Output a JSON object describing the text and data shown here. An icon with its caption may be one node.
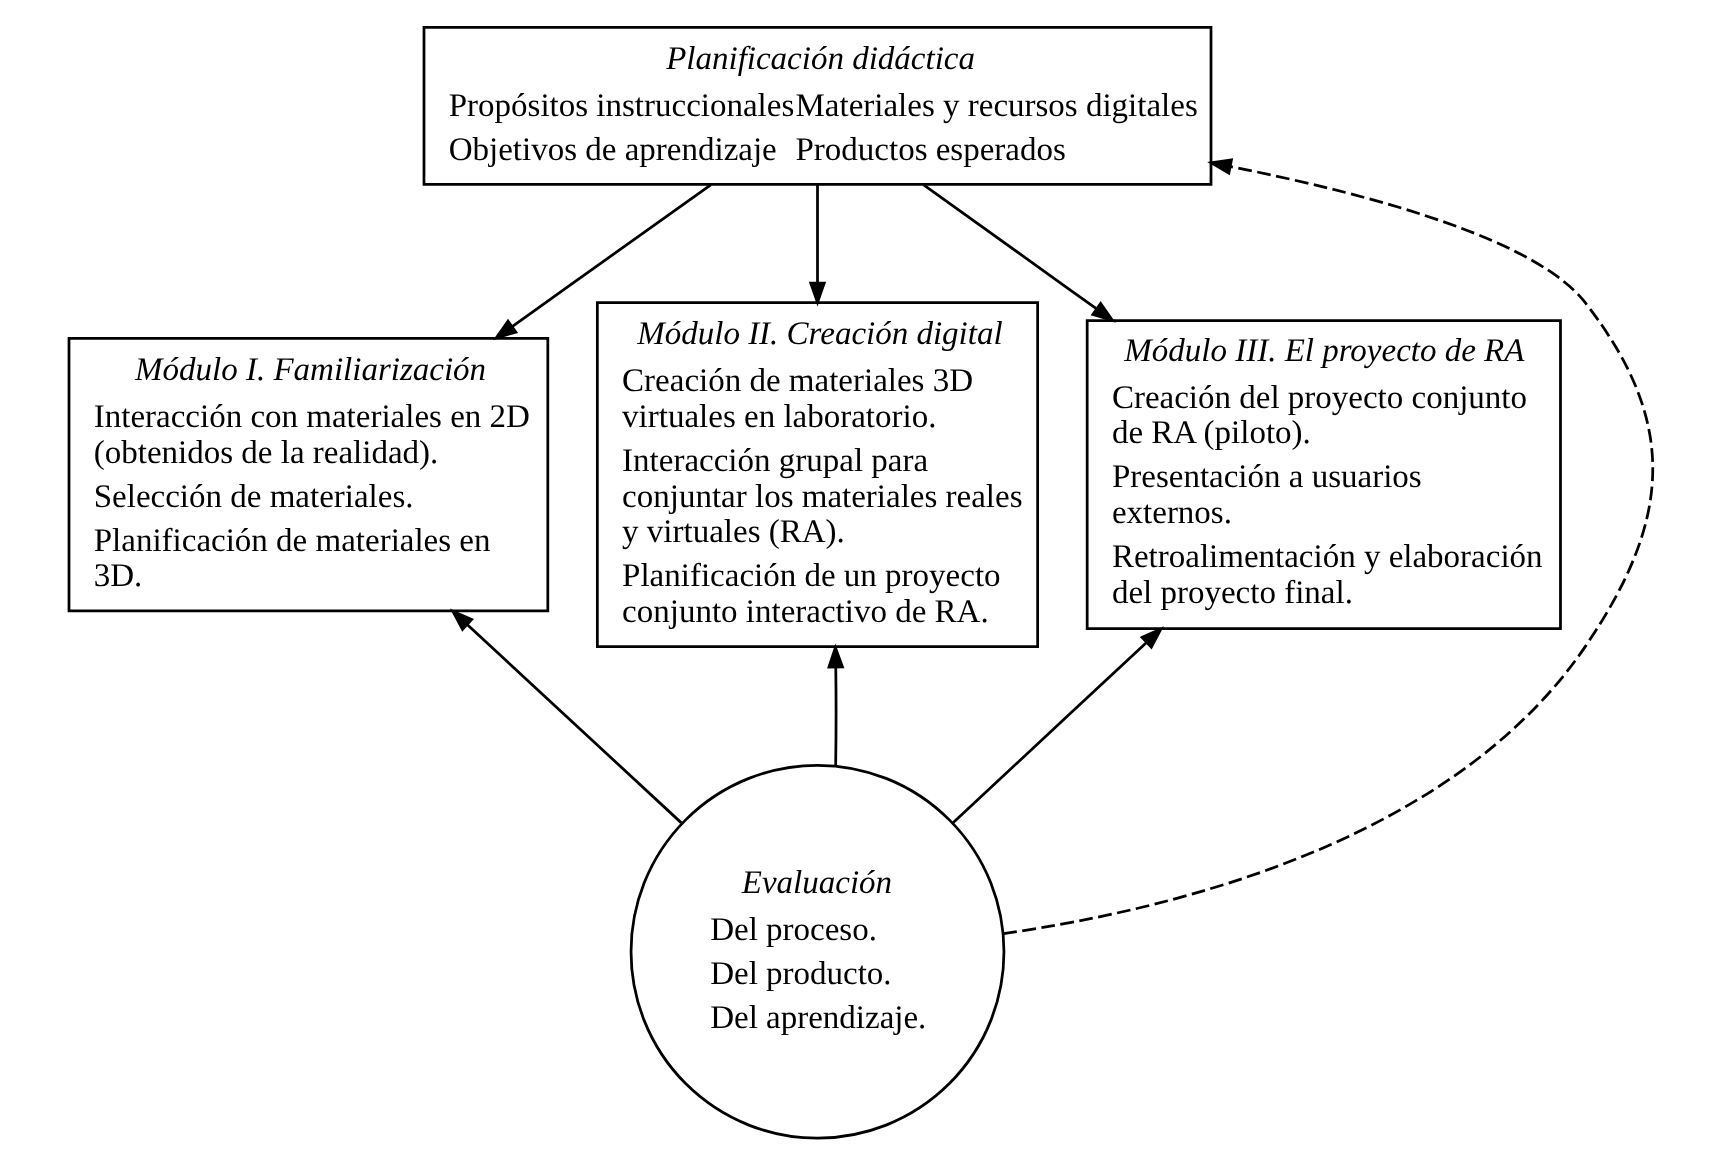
{
  "diagram": {
    "nodes": [
      {
        "text": [
          "Planificación didáctica",
          "Propósitos instruccionales",
          "Materiales y recursos digitales",
          "Objetivos de aprendizaje",
          "Productos esperados"
        ]
      },
      {
        "text": [
          "Módulo I. Familiarización",
          "Interacción con materiales en 2D (obtenidos de la realidad).",
          "Selección de materiales.",
          "Planificación de materiales en 3D."
        ]
      },
      {
        "text": [
          "Módulo II. Creación digital",
          "Creación de materiales 3D virtuales en laboratorio.",
          "Interacción grupal para conjuntar los materiales reales y virtuales (RA).",
          "Planificación de un proyecto conjunto interactivo de RA."
        ]
      },
      {
        "text": [
          "Módulo III. El proyecto de RA",
          "Creación del proyecto conjunto de RA (piloto).",
          "Presentación a usuarios externos.",
          "Retroalimentación y elaboración del proyecto final."
        ]
      },
      {
        "text": [
          "Evaluación",
          "Del proceso.",
          "Del producto.",
          "Del aprendizaje."
        ]
      }
    ],
    "edges": [
      {
        "from": 0,
        "to": 1,
        "arrow": "to"
      },
      {
        "from": 0,
        "to": 2,
        "arrow": "to"
      },
      {
        "from": 0,
        "to": 3,
        "arrow": "to"
      },
      {
        "from": 4,
        "to": 1,
        "arrow": "to"
      },
      {
        "from": 4,
        "to": 2,
        "arrow": "to"
      },
      {
        "from": 4,
        "to": 3,
        "arrow": "to"
      },
      {
        "from": 4,
        "to": 0,
        "arrow": "to",
        "style": "dashed"
      }
    ]
  }
}
